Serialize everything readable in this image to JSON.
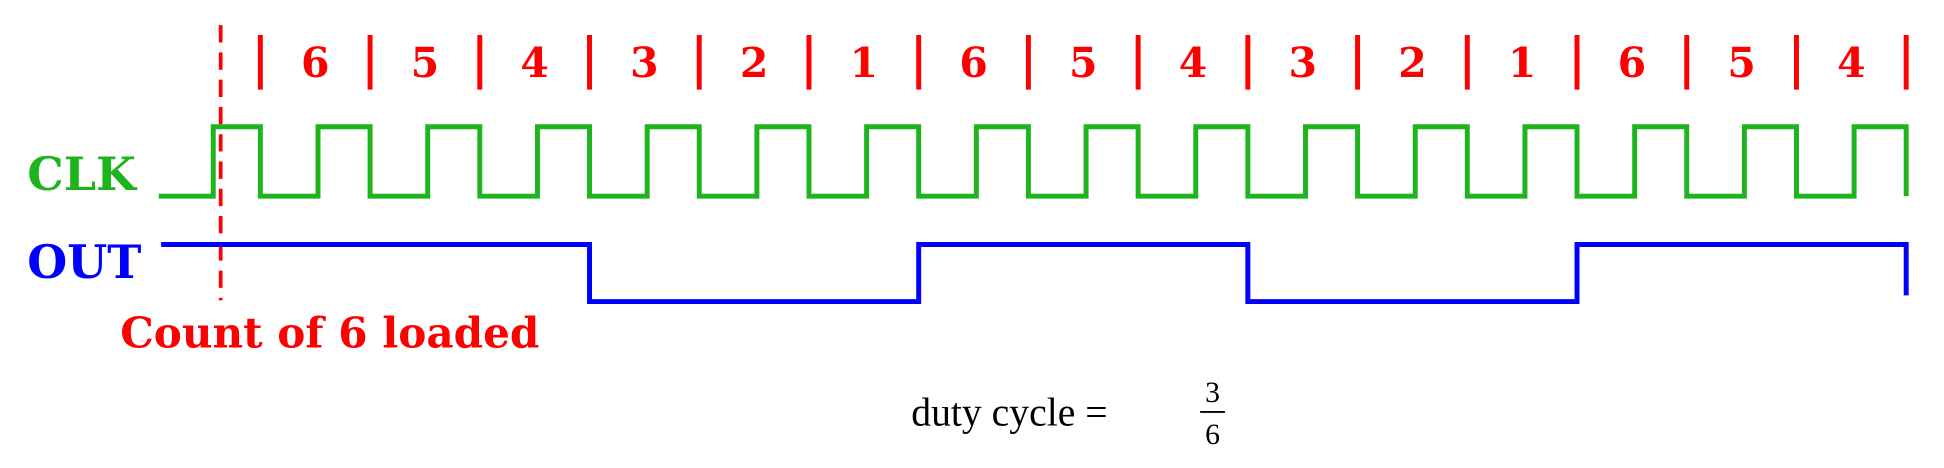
{
  "labels": {
    "clk": "CLK",
    "out": "OUT",
    "load_note": "Count of 6 loaded"
  },
  "counts": [
    "6",
    "5",
    "4",
    "3",
    "2",
    "1",
    "6",
    "5",
    "4",
    "3",
    "2",
    "1",
    "6",
    "5",
    "4"
  ],
  "duty": {
    "prefix": "duty cycle =",
    "numerator": "3",
    "denominator": "6"
  },
  "colors": {
    "count": "#ff0000",
    "clk": "#1db41d",
    "out": "#0000ff"
  }
}
